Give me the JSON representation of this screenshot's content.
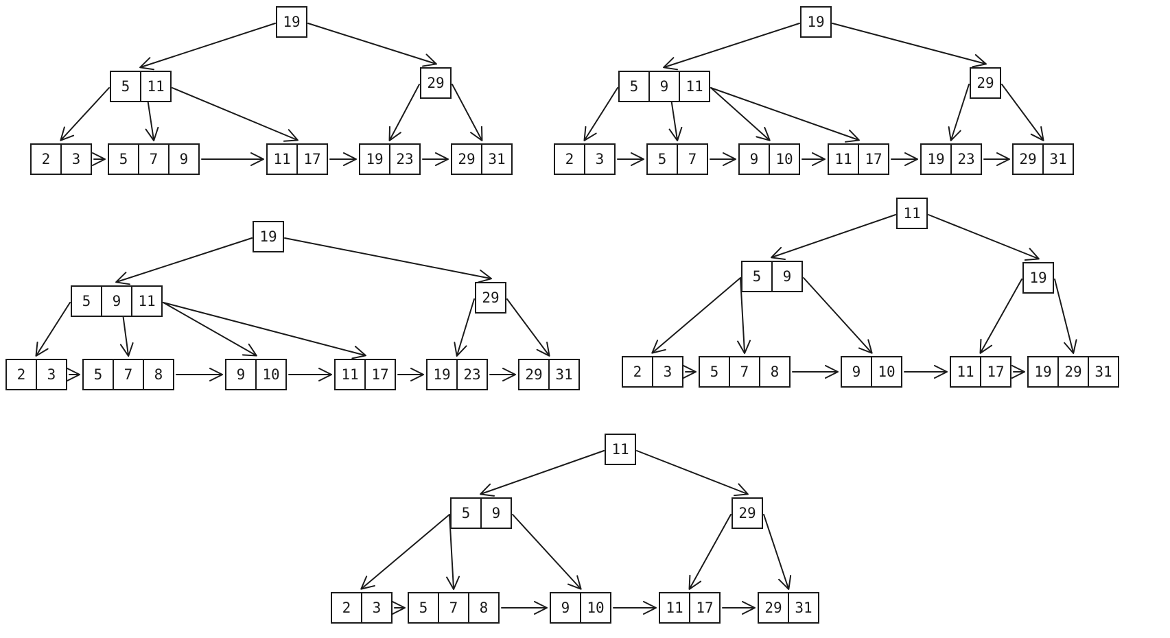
{
  "diagrams": [
    {
      "nodes": [
        {
          "id": "r",
          "keys": [
            "19"
          ]
        },
        {
          "id": "a",
          "keys": [
            "5",
            "11"
          ]
        },
        {
          "id": "b",
          "keys": [
            "29"
          ]
        },
        {
          "id": "l1",
          "keys": [
            "2",
            "3"
          ]
        },
        {
          "id": "l2",
          "keys": [
            "5",
            "7",
            "9"
          ]
        },
        {
          "id": "l3",
          "keys": [
            "11",
            "17"
          ]
        },
        {
          "id": "l4",
          "keys": [
            "19",
            "23"
          ]
        },
        {
          "id": "l5",
          "keys": [
            "29",
            "31"
          ]
        }
      ]
    },
    {
      "nodes": [
        {
          "id": "r",
          "keys": [
            "19"
          ]
        },
        {
          "id": "a",
          "keys": [
            "5",
            "9",
            "11"
          ]
        },
        {
          "id": "b",
          "keys": [
            "29"
          ]
        },
        {
          "id": "l1",
          "keys": [
            "2",
            "3"
          ]
        },
        {
          "id": "l2",
          "keys": [
            "5",
            "7"
          ]
        },
        {
          "id": "l3",
          "keys": [
            "9",
            "10"
          ]
        },
        {
          "id": "l4",
          "keys": [
            "11",
            "17"
          ]
        },
        {
          "id": "l5",
          "keys": [
            "19",
            "23"
          ]
        },
        {
          "id": "l6",
          "keys": [
            "29",
            "31"
          ]
        }
      ]
    },
    {
      "nodes": [
        {
          "id": "r",
          "keys": [
            "19"
          ]
        },
        {
          "id": "a",
          "keys": [
            "5",
            "9",
            "11"
          ]
        },
        {
          "id": "b",
          "keys": [
            "29"
          ]
        },
        {
          "id": "l1",
          "keys": [
            "2",
            "3"
          ]
        },
        {
          "id": "l2",
          "keys": [
            "5",
            "7",
            "8"
          ]
        },
        {
          "id": "l3",
          "keys": [
            "9",
            "10"
          ]
        },
        {
          "id": "l4",
          "keys": [
            "11",
            "17"
          ]
        },
        {
          "id": "l5",
          "keys": [
            "19",
            "23"
          ]
        },
        {
          "id": "l6",
          "keys": [
            "29",
            "31"
          ]
        }
      ]
    },
    {
      "nodes": [
        {
          "id": "r",
          "keys": [
            "11"
          ]
        },
        {
          "id": "a",
          "keys": [
            "5",
            "9"
          ]
        },
        {
          "id": "b",
          "keys": [
            "19"
          ]
        },
        {
          "id": "l1",
          "keys": [
            "2",
            "3"
          ]
        },
        {
          "id": "l2",
          "keys": [
            "5",
            "7",
            "8"
          ]
        },
        {
          "id": "l3",
          "keys": [
            "9",
            "10"
          ]
        },
        {
          "id": "l4",
          "keys": [
            "11",
            "17"
          ]
        },
        {
          "id": "l5",
          "keys": [
            "19",
            "29",
            "31"
          ]
        }
      ]
    },
    {
      "nodes": [
        {
          "id": "r",
          "keys": [
            "11"
          ]
        },
        {
          "id": "a",
          "keys": [
            "5",
            "9"
          ]
        },
        {
          "id": "b",
          "keys": [
            "29"
          ]
        },
        {
          "id": "l1",
          "keys": [
            "2",
            "3"
          ]
        },
        {
          "id": "l2",
          "keys": [
            "5",
            "7",
            "8"
          ]
        },
        {
          "id": "l3",
          "keys": [
            "9",
            "10"
          ]
        },
        {
          "id": "l4",
          "keys": [
            "11",
            "17"
          ]
        },
        {
          "id": "l5",
          "keys": [
            "29",
            "31"
          ]
        }
      ]
    }
  ]
}
